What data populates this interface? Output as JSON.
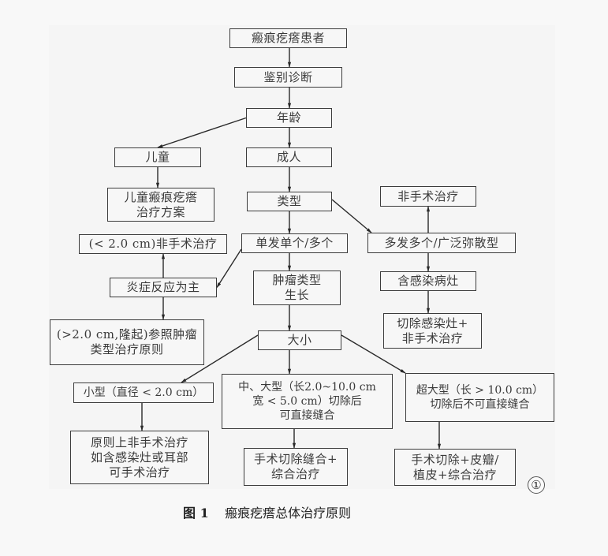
{
  "figure": {
    "caption_label": "图 1",
    "caption_title": "瘢痕疙瘩总体治疗原则",
    "panel_badge": "①"
  },
  "nodes": {
    "patient": "瘢痕疙瘩患者",
    "diagnosis": "鉴别诊断",
    "age": "年龄",
    "child": "儿童",
    "child_plan": "儿童瘢痕疙瘩\n治疗方案",
    "adult": "成人",
    "type": "类型",
    "nonsurgical_small": "(< 2.0 cm)非手术治疗",
    "single_multiple": "单发单个/多个",
    "multiple_diffuse": "多发多个/广泛弥散型",
    "nonsurgical_top": "非手术治疗",
    "inflammation": "炎症反应为主",
    "tumor_growth": "肿瘤类型\n生长",
    "infected_focus": "含感染病灶",
    "raised_tumor_rule": "(>2.0 cm,隆起)参照肿瘤\n类型治疗原则",
    "excise_infection": "切除感染灶+\n非手术治疗",
    "size": "大小",
    "size_small": "小型（直径 < 2.0 cm）",
    "size_medium_large": "中、大型（长2.0~10.0 cm\n宽 < 5.0 cm）切除后\n可直接缝合",
    "size_xlarge": "超大型（长 > 10.0 cm）\n切除后不可直接缝合",
    "small_treatment": "原则上非手术治疗\n如含感染灶或耳部\n可手术治疗",
    "medium_treatment": "手术切除缝合+\n综合治疗",
    "xlarge_treatment": "手术切除+皮瓣/\n植皮+综合治疗"
  },
  "edges": [
    {
      "from": "patient",
      "to": "diagnosis"
    },
    {
      "from": "diagnosis",
      "to": "age"
    },
    {
      "from": "age",
      "to": "child"
    },
    {
      "from": "age",
      "to": "adult"
    },
    {
      "from": "child",
      "to": "child_plan"
    },
    {
      "from": "adult",
      "to": "type"
    },
    {
      "from": "type",
      "to": "single_multiple"
    },
    {
      "from": "type",
      "to": "multiple_diffuse"
    },
    {
      "from": "single_multiple",
      "to": "inflammation"
    },
    {
      "from": "single_multiple",
      "to": "tumor_growth"
    },
    {
      "from": "inflammation",
      "to": "nonsurgical_small"
    },
    {
      "from": "inflammation",
      "to": "raised_tumor_rule"
    },
    {
      "from": "multiple_diffuse",
      "to": "nonsurgical_top"
    },
    {
      "from": "multiple_diffuse",
      "to": "infected_focus"
    },
    {
      "from": "infected_focus",
      "to": "excise_infection"
    },
    {
      "from": "tumor_growth",
      "to": "size"
    },
    {
      "from": "size",
      "to": "size_small"
    },
    {
      "from": "size",
      "to": "size_medium_large"
    },
    {
      "from": "size",
      "to": "size_xlarge"
    },
    {
      "from": "size_small",
      "to": "small_treatment"
    },
    {
      "from": "size_medium_large",
      "to": "medium_treatment"
    },
    {
      "from": "size_xlarge",
      "to": "xlarge_treatment"
    }
  ]
}
